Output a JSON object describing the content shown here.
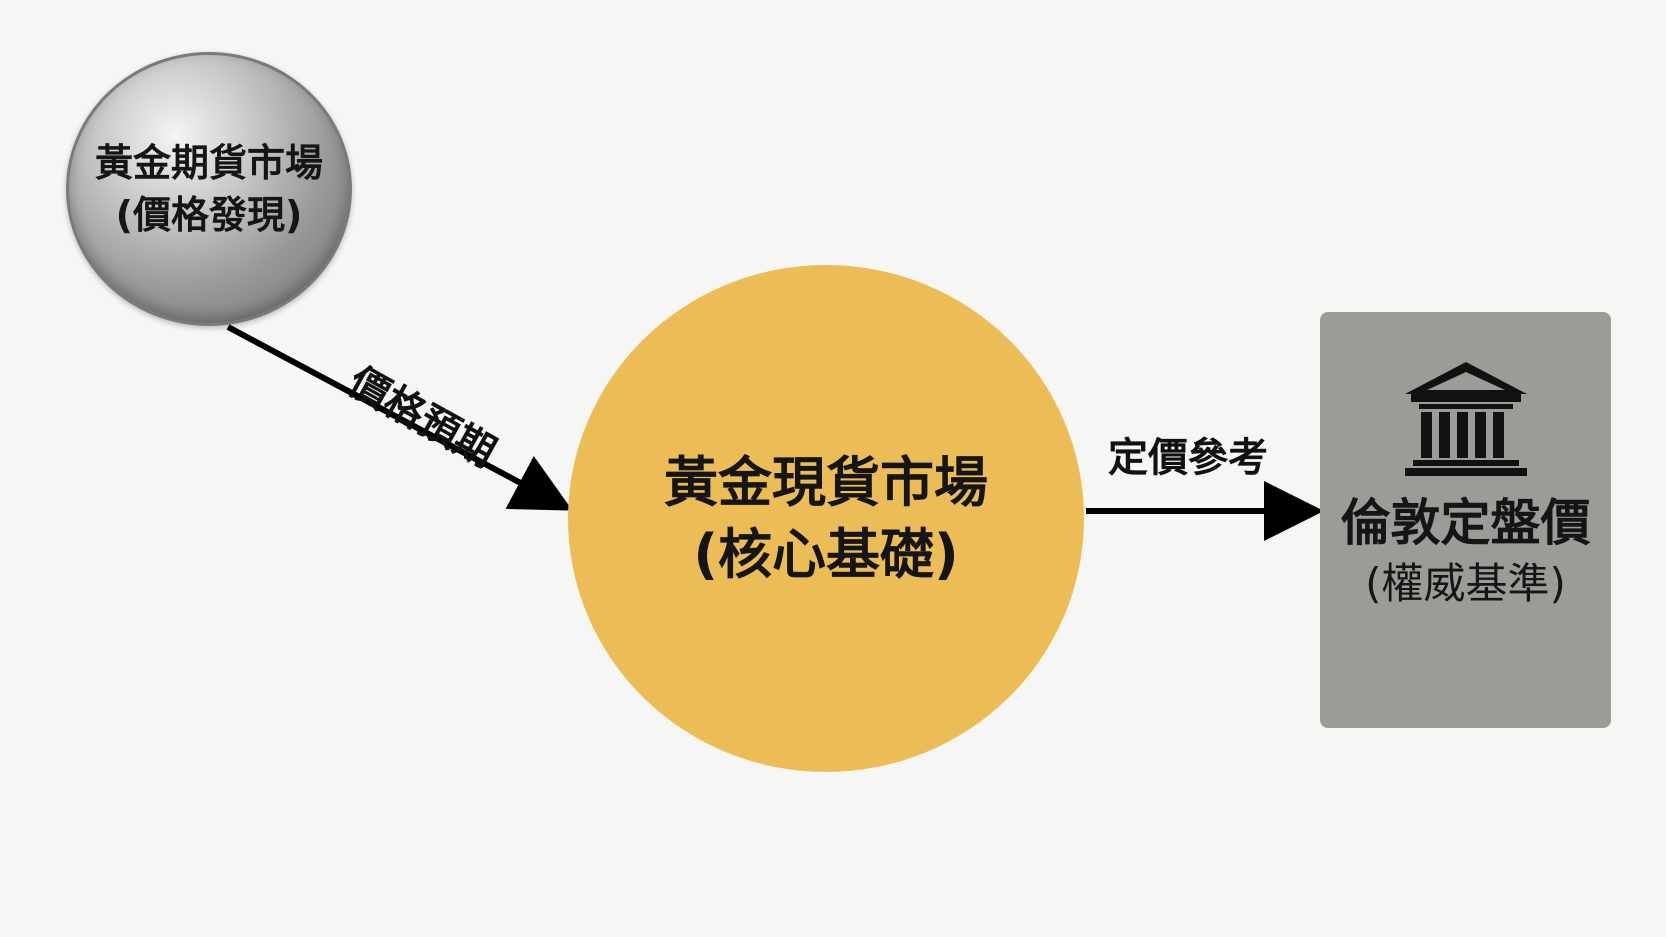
{
  "nodes": {
    "futures": {
      "line1": "黃金期貨市場",
      "line2": "(價格發現)"
    },
    "spot": {
      "line1": "黃金現貨市場",
      "line2": "(核心基礎)"
    },
    "benchmark": {
      "icon": "bank-building-icon",
      "line1": "倫敦定盤價",
      "line2": "(權威基準)"
    }
  },
  "edges": {
    "futures_to_spot": "價格預期",
    "spot_to_benchmark": "定價參考"
  },
  "colors": {
    "background": "#f6f6f4",
    "spot": "#ecbd57",
    "futures": "#a8a8a8",
    "benchmark": "#9c9b98",
    "arrow": "#000000"
  }
}
